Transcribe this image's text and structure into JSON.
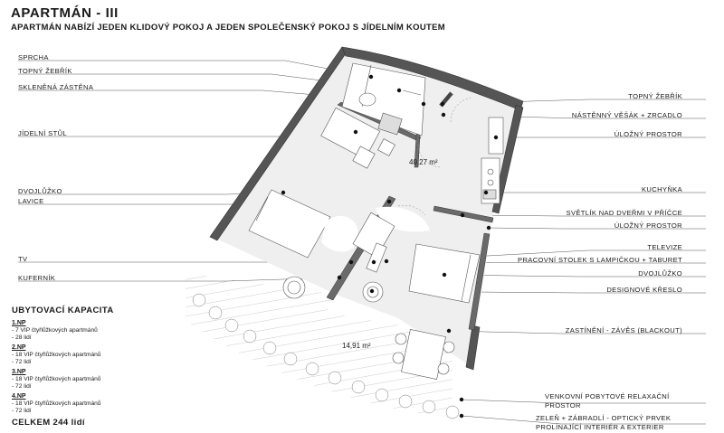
{
  "title": "APARTMÁN - III",
  "subtitle": "APARTMÁN NABÍZÍ JEDEN KLIDOVÝ POKOJ A JEDEN SPOLEČENSKÝ POKOJ S JÍDELNÍM KOUTEM",
  "labels_left": [
    "SPRCHA",
    "TOPNÝ ŽEBŘÍK",
    "SKLENĚNÁ ZÁSTĚNA",
    "JÍDELNÍ STŮL",
    "DVOJLŮŽKO",
    "LAVICE",
    "TV",
    "KUFERNÍK"
  ],
  "labels_right": [
    "TOPNÝ ŽEBŘÍK",
    "NÁSTĚNNÝ VĚŠÁK + ZRCADLO",
    "ÚLOŽNÝ PROSTOR",
    "KUCHYŇKA",
    "SVĚTLÍK NAD DVEŘMI V PŘÍČCE",
    "ÚLOŽNÝ PROSTOR",
    "TELEVIZE",
    "PRACOVNÍ STOLEK S LAMPIČKOU + TABURET",
    "DVOJLŮŽKO",
    "DESIGNOVÉ KŘESLO",
    "ZASTÍNĚNÍ - ZÁVĚS (BLACKOUT)"
  ],
  "labels_right_multi": [
    [
      "VENKOVNÍ POBYTOVÉ RELAXAČNÍ",
      "PROSTOR"
    ],
    [
      "ZELEŇ + ZÁBRADLÍ - OPTICKÝ PRVEK",
      "PROLÍNAJÍCÍ INTERIÉR A EXTERIER"
    ]
  ],
  "area_main": "40,27 m²",
  "area_terrace": "14,91 m²",
  "capacity": {
    "title": "UBYTOVACÍ KAPACITA",
    "floors": [
      {
        "name": "1.NP",
        "lines": [
          "- 7 VIP čtyřlůžkových apartmánů",
          "- 28 lidí"
        ]
      },
      {
        "name": "2.NP",
        "lines": [
          "- 18 VIP čtyřlůžkových apartmánů",
          "- 72 lidí"
        ]
      },
      {
        "name": "3.NP",
        "lines": [
          "- 18 VIP čtyřlůžkových apartmánů",
          "- 72 lidí"
        ]
      },
      {
        "name": "4.NP",
        "lines": [
          "- 18 VIP čtyřlůžkových apartmánů",
          "- 72 lidí"
        ]
      }
    ],
    "total": "CELKEM  244 lidí"
  }
}
